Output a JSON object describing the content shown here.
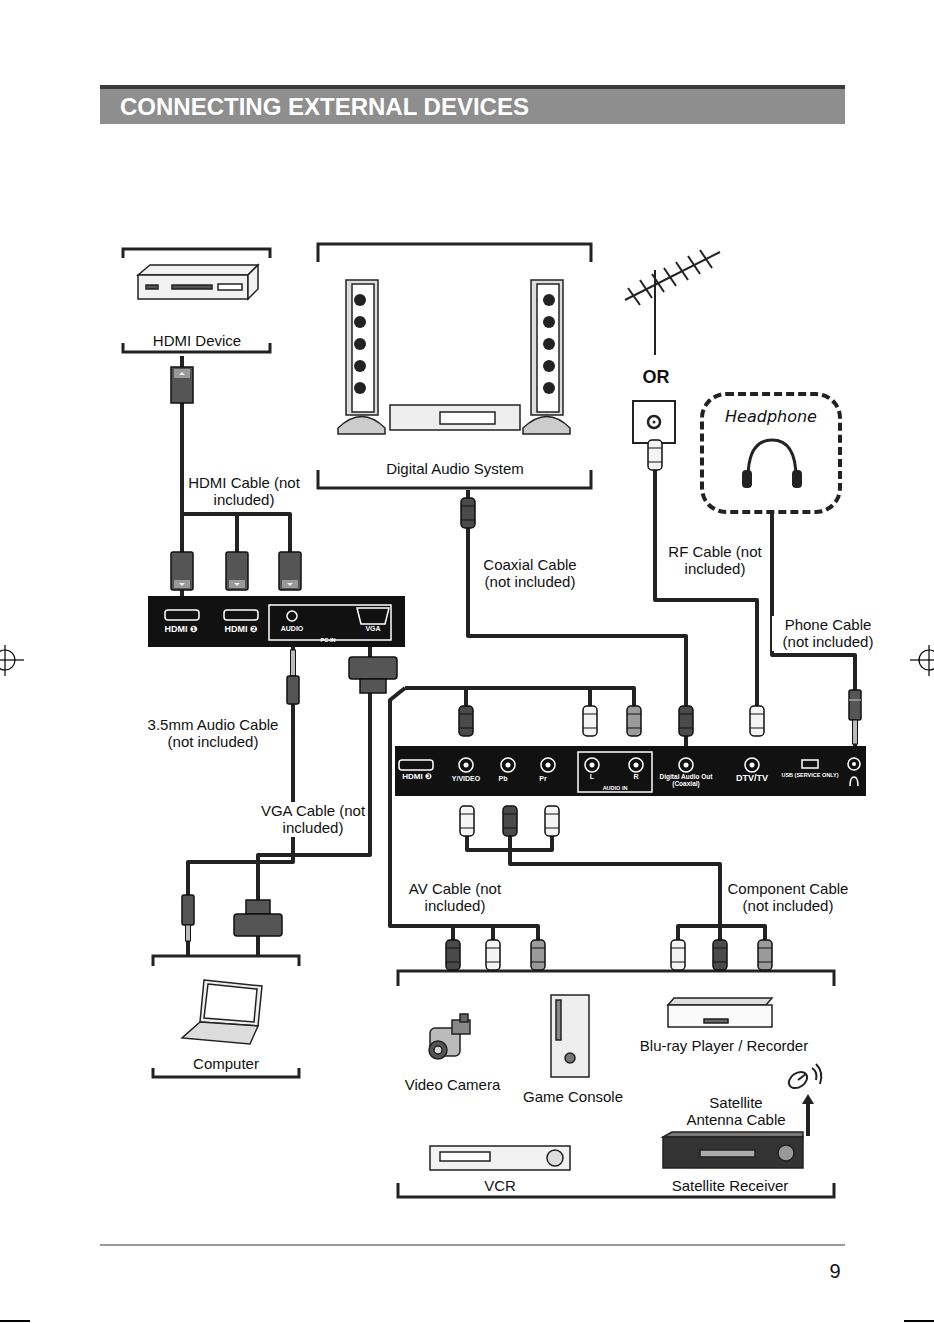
{
  "diagram": {
    "title": "CONNECTING EXTERNAL DEVICES",
    "nodes": [
      {
        "text": [
          "HDMI Device"
        ]
      },
      {
        "text": [
          "Digital Audio System"
        ]
      },
      {
        "text": [
          "Headphone"
        ]
      },
      {
        "text": [
          "HDMI ❶",
          "HDMI ❷",
          "AUDIO",
          "VGA",
          "PC-IN"
        ]
      },
      {
        "text": [
          "HDMI ❸",
          "Y/VIDEO",
          "Pb",
          "Pr",
          "L",
          "R",
          "AUDIO IN",
          "Digital Audio Out (Coaxial)",
          "DTV/TV",
          "USB (SERVICE ONLY)"
        ]
      },
      {
        "text": [
          "Computer"
        ]
      },
      {
        "text": [
          "Video Camera"
        ]
      },
      {
        "text": [
          "Game Console"
        ]
      },
      {
        "text": [
          "Blu-ray Player / Recorder"
        ]
      },
      {
        "text": [
          "VCR"
        ]
      },
      {
        "text": [
          "Satellite Receiver"
        ]
      }
    ],
    "edges": [
      {
        "from": 0,
        "to": 3,
        "label": "HDMI Cable (not included)",
        "arrow": "none"
      },
      {
        "from": 1,
        "to": 4,
        "label": "Coaxial Cable (not included)",
        "arrow": "none"
      },
      {
        "from": 2,
        "to": 4,
        "label": "Phone Cable (not included)",
        "arrow": "none"
      },
      {
        "from": 5,
        "to": 3,
        "label": "3.5mm Audio Cable (not included)",
        "arrow": "none"
      },
      {
        "from": 5,
        "to": 3,
        "label": "VGA Cable (not included)",
        "arrow": "none"
      }
    ],
    "labels": [
      "OR",
      "RF Cable (not included)",
      "AV Cable (not included)",
      "Component Cable (not included)",
      "Satellite Antenna Cable",
      "9"
    ]
  }
}
